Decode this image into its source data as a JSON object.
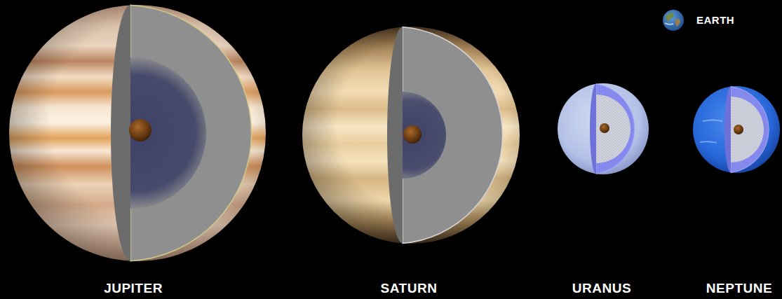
{
  "diagram": {
    "labels": [
      "EARTH",
      "JUPITER",
      "SATURN",
      "URANUS",
      "NEPTUNE"
    ]
  }
}
